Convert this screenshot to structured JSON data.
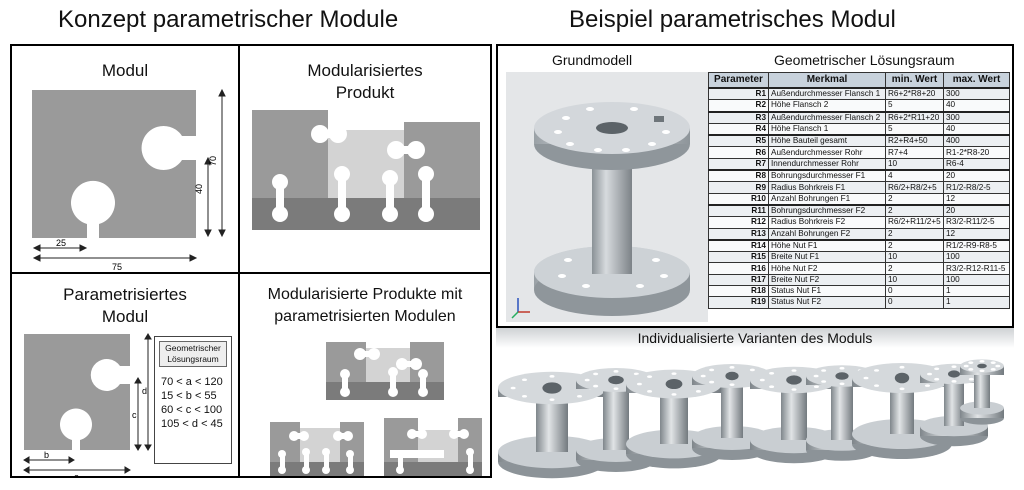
{
  "left": {
    "title": "Konzept parametrischer Module",
    "quadrants": {
      "modul": {
        "caption": "Modul",
        "dims": {
          "d25": "25",
          "d75": "75",
          "d40": "40",
          "d70": "70"
        }
      },
      "modularisiert": {
        "caption_l1": "Modularisiertes",
        "caption_l2": "Produkt"
      },
      "parametrisiert": {
        "caption_l1": "Parametrisiertes",
        "caption_l2": "Modul",
        "box_l1": "Geometrischer",
        "box_l2": "Lösungsraum",
        "ranges": [
          "70   < a <  120",
          "15   < b <  55",
          "60   < c <  100",
          "105 < d <  45"
        ],
        "dims": {
          "a": "a",
          "b": "b",
          "c": "c",
          "d": "d"
        }
      },
      "produkte_param": {
        "caption_l1": "Modularisierte Produkte mit",
        "caption_l2": "parametrisierten Modulen"
      }
    }
  },
  "right": {
    "title": "Beispiel parametrisches Modul",
    "grundmodell": "Grundmodell",
    "loesungsraum": "Geometrischer Lösungsraum",
    "table": {
      "headers": [
        "Parameter",
        "Merkmal",
        "min. Wert",
        "max. Wert"
      ],
      "rows": [
        [
          "R1",
          "Außendurchmesser Flansch 1",
          "R6+2*R8+20",
          "300"
        ],
        [
          "R2",
          "Höhe Flansch 2",
          "5",
          "40"
        ],
        [
          "R3",
          "Außendurchmesser Flansch 2",
          "R6+2*R11+20",
          "300"
        ],
        [
          "R4",
          "Höhe Flansch 1",
          "5",
          "40"
        ],
        [
          "R5",
          "Höhe Bauteil gesamt",
          "R2+R4+50",
          "400"
        ],
        [
          "R6",
          "Außendurchmesser Rohr",
          "R7+4",
          "R1-2*R8-20"
        ],
        [
          "R7",
          "Innendurchmesser Rohr",
          "10",
          "R6-4"
        ],
        [
          "R8",
          "Bohrungsdurchmesser F1",
          "4",
          "20"
        ],
        [
          "R9",
          "Radius Bohrkreis F1",
          "R6/2+R8/2+5",
          "R1/2-R8/2-5"
        ],
        [
          "R10",
          "Anzahl Bohrungen F1",
          "2",
          "12"
        ],
        [
          "R11",
          "Bohrungsdurchmesser F2",
          "2",
          "20"
        ],
        [
          "R12",
          "Radius Bohrkreis F2",
          "R6/2+R11/2+5",
          "R3/2-R11/2-5"
        ],
        [
          "R13",
          "Anzahl Bohrungen F2",
          "2",
          "12"
        ],
        [
          "R14",
          "Höhe Nut F1",
          "2",
          "R1/2-R9-R8-5"
        ],
        [
          "R15",
          "Breite Nut F1",
          "10",
          "100"
        ],
        [
          "R16",
          "Höhe Nut F2",
          "2",
          "R3/2-R12-R11-5"
        ],
        [
          "R17",
          "Breite Nut F2",
          "10",
          "100"
        ],
        [
          "R18",
          "Status Nut F1",
          "0",
          "1"
        ],
        [
          "R19",
          "Status Nut F2",
          "0",
          "1"
        ]
      ],
      "group_starts": [
        0,
        2,
        4,
        7,
        10,
        13
      ]
    },
    "varianten": "Individualisierte Varianten des Moduls"
  },
  "colors": {
    "module_gray": "#9a9a9a",
    "module_dark": "#7b7b7b",
    "module_light": "#cfcfcf",
    "table_header": "#c8d2dc",
    "render_bg": "#e4e6e8"
  }
}
